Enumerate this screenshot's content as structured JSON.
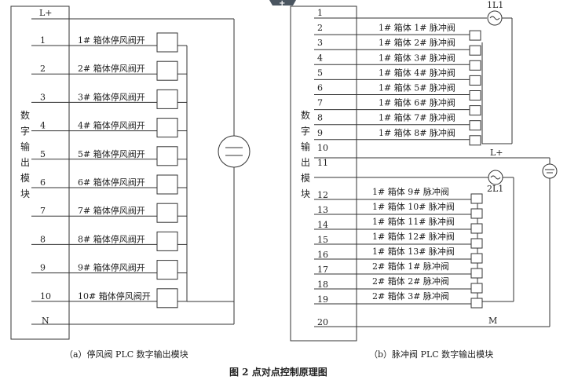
{
  "diagram": {
    "title": "图 2  点对点控制原理图",
    "add_icon_label": "+",
    "left_panel": {
      "module_label_chars": [
        "数",
        "字",
        "输",
        "出",
        "模",
        "块"
      ],
      "top_terminal": "L+",
      "bottom_terminal": "N",
      "rows": [
        {
          "num": "1",
          "label": "1# 箱体停风阀开"
        },
        {
          "num": "2",
          "label": "2# 箱体停风阀开"
        },
        {
          "num": "3",
          "label": "3# 箱体停风阀开"
        },
        {
          "num": "4",
          "label": "4# 箱体停风阀开"
        },
        {
          "num": "5",
          "label": "5# 箱体停风阀开"
        },
        {
          "num": "6",
          "label": "6# 箱体停风阀开"
        },
        {
          "num": "7",
          "label": "7# 箱体停风阀开"
        },
        {
          "num": "8",
          "label": "8# 箱体停风阀开"
        },
        {
          "num": "9",
          "label": "9# 箱体停风阀开"
        },
        {
          "num": "10",
          "label": "10# 箱体停风阀开"
        }
      ],
      "caption": "（a）停风阀 PLC 数字输出模块"
    },
    "right_panel": {
      "module_label_chars": [
        "数",
        "字",
        "输",
        "出",
        "模",
        "块"
      ],
      "top_rows": [
        {
          "num": "1",
          "label": ""
        },
        {
          "num": "2",
          "label": "1# 箱体 1# 脉冲阀"
        },
        {
          "num": "3",
          "label": "1# 箱体 2# 脉冲阀"
        },
        {
          "num": "4",
          "label": "1# 箱体 3# 脉冲阀"
        },
        {
          "num": "5",
          "label": "1# 箱体 4# 脉冲阀"
        },
        {
          "num": "6",
          "label": "1# 箱体 5# 脉冲阀"
        },
        {
          "num": "7",
          "label": "1# 箱体 6# 脉冲阀"
        },
        {
          "num": "8",
          "label": "1# 箱体 7# 脉冲阀"
        },
        {
          "num": "9",
          "label": "1# 箱体 8# 脉冲阀"
        },
        {
          "num": "10",
          "label": ""
        },
        {
          "num": "11",
          "label": ""
        }
      ],
      "bottom_rows": [
        {
          "num": "12",
          "label": "1# 箱体 9# 脉冲阀"
        },
        {
          "num": "13",
          "label": "1# 箱体 10# 脉冲阀"
        },
        {
          "num": "14",
          "label": "1# 箱体 11# 脉冲阀"
        },
        {
          "num": "15",
          "label": "1# 箱体 12# 脉冲阀"
        },
        {
          "num": "16",
          "label": "1# 箱体 13# 脉冲阀"
        },
        {
          "num": "17",
          "label": "2# 箱体 1# 脉冲阀"
        },
        {
          "num": "18",
          "label": "2# 箱体 2# 脉冲阀"
        },
        {
          "num": "19",
          "label": "2# 箱体 3# 脉冲阀"
        }
      ],
      "last_row": {
        "num": "20",
        "label": ""
      },
      "source1_label": "1L1",
      "source2_label": "2L1",
      "lplus_label": "L+",
      "m_label": "M",
      "caption": "（b）脉冲阀 PLC 数字输出模块"
    }
  }
}
